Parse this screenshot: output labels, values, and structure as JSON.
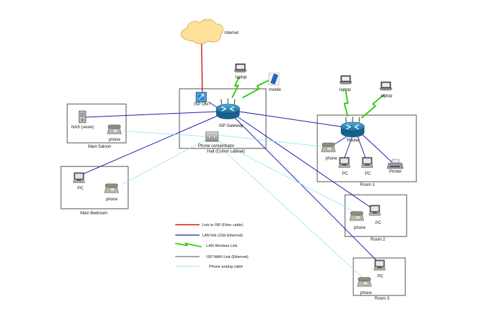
{
  "colors": {
    "fibre": "#d01010",
    "ethernet": "#1a1aa8",
    "wireless": "#33cc11",
    "wan": "#888888",
    "analog": "#8ee6ee",
    "router": "#1f7fb5",
    "cloud": "#ffe099"
  },
  "labels": {
    "internet": "Internet",
    "isp_ont": "ISP ONT",
    "isp_gateway": "ISP Gateway",
    "phone_concentrator": "Phone concentrator",
    "hall": "Hall (Comm cabinet)",
    "laptop_top": "laptop",
    "mobile": "mobile",
    "nas": "NAS (sever)",
    "saloon_phone": "phone",
    "main_saloon": "Main Saloon",
    "bedroom_pc": "PC",
    "bedroom_phone": "phone",
    "main_bedroom": "Main Bedroom",
    "room1_laptop_a": "laptop",
    "room1_laptop_b": "laptop",
    "router": "Router",
    "room1_phone": "phone",
    "room1_pc_a": "PC",
    "room1_pc_b": "PC",
    "printer": "Printer",
    "room1": "Room 1",
    "room2_phone": "phone",
    "room2_pc": "PC",
    "room2": "Room 2",
    "room3_pc": "PC",
    "room3_phone": "phone",
    "room3": "Room 3"
  },
  "legend": [
    {
      "label": "Link to ISP (Fibre cable)",
      "kind": "fibre"
    },
    {
      "label": "LAN link (1Gb Ethernet)",
      "kind": "ethernet"
    },
    {
      "label": "LAN Wireless Link",
      "kind": "wireless"
    },
    {
      "label": "ISP WAN Link (Ethernet)",
      "kind": "wan"
    },
    {
      "label": "Phone analog cable",
      "kind": "analog"
    }
  ]
}
